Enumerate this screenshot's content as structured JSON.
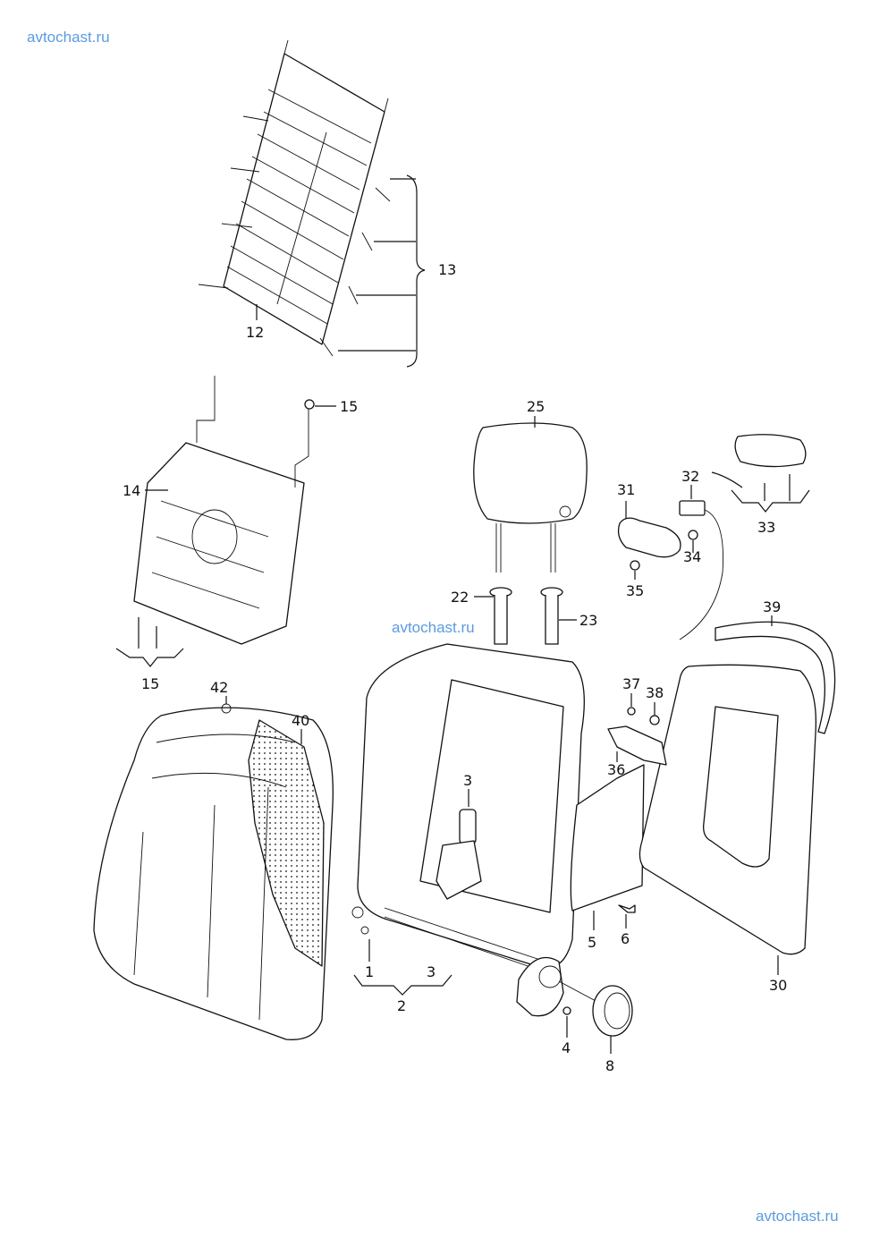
{
  "watermarks": {
    "top_left": "avtochast.ru",
    "center": "avtochast.ru",
    "bottom_right": "avtochast.ru",
    "color": "#5b9be0"
  },
  "callouts": {
    "c1": "1",
    "c2": "2",
    "c3a": "3",
    "c3b": "3",
    "c4": "4",
    "c5": "5",
    "c6": "6",
    "c8": "8",
    "c12": "12",
    "c13": "13",
    "c14": "14",
    "c15a": "15",
    "c15b": "15",
    "c22": "22",
    "c23": "23",
    "c25": "25",
    "c30": "30",
    "c31": "31",
    "c32": "32",
    "c33": "33",
    "c34": "34",
    "c35": "35",
    "c36": "36",
    "c37": "37",
    "c38": "38",
    "c39": "39",
    "c40": "40",
    "c42": "42"
  }
}
